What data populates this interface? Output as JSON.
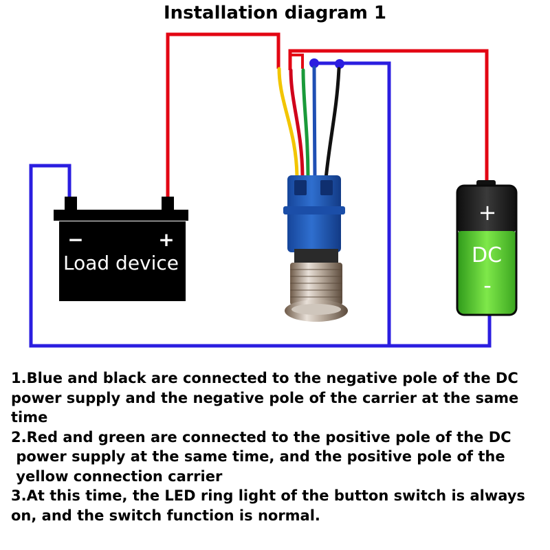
{
  "title": "Installation diagram 1",
  "load_device": {
    "label": "Load device",
    "negative_symbol": "−",
    "positive_symbol": "+"
  },
  "battery": {
    "label": "DC",
    "positive_symbol": "+",
    "negative_symbol": "-"
  },
  "wire_colors": {
    "positive": "#e30613",
    "negative": "#2b1ee0",
    "yellow": "#f2c500",
    "red": "#d0021b",
    "green": "#1a9a3a",
    "blue": "#1f4fb4",
    "black": "#111111"
  },
  "notes": [
    "1.Blue and black are connected to the negative pole of the DC power supply and the negative pole of the carrier at the same time",
    "2.Red and green are connected to the positive pole of the DC\n power supply at the same time, and the positive pole of the\n yellow connection carrier",
    "3.At this time, the LED ring light of the button switch is always on, and the switch function is normal."
  ]
}
